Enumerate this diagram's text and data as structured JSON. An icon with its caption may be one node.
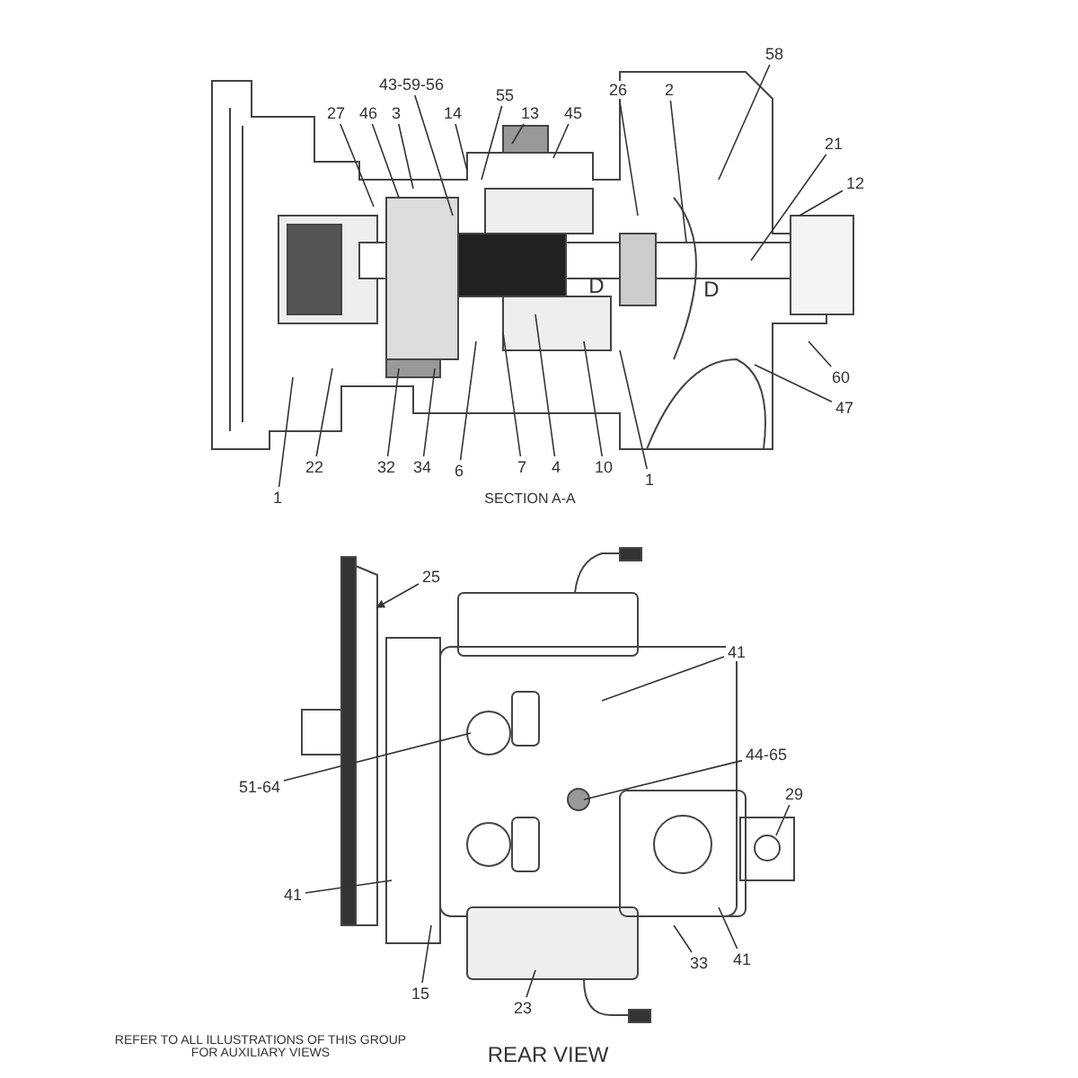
{
  "diagram": {
    "nodes": [
      {
        "text": [
          "43-59-56"
        ]
      },
      {
        "text": [
          "55"
        ]
      },
      {
        "text": [
          "14"
        ]
      },
      {
        "text": [
          "13"
        ]
      },
      {
        "text": [
          "45"
        ]
      },
      {
        "text": [
          "26"
        ]
      },
      {
        "text": [
          "2"
        ]
      },
      {
        "text": [
          "58"
        ]
      },
      {
        "text": [
          "27"
        ]
      },
      {
        "text": [
          "46"
        ]
      },
      {
        "text": [
          "3"
        ]
      },
      {
        "text": [
          "21"
        ]
      },
      {
        "text": [
          "12"
        ]
      },
      {
        "text": [
          "60"
        ]
      },
      {
        "text": [
          "47"
        ]
      },
      {
        "text": [
          "1"
        ]
      },
      {
        "text": [
          "22"
        ]
      },
      {
        "text": [
          "32"
        ]
      },
      {
        "text": [
          "34"
        ]
      },
      {
        "text": [
          "6"
        ]
      },
      {
        "text": [
          "7"
        ]
      },
      {
        "text": [
          "4"
        ]
      },
      {
        "text": [
          "10"
        ]
      },
      {
        "text": [
          "1"
        ]
      },
      {
        "text": [
          "25"
        ]
      },
      {
        "text": [
          "41"
        ]
      },
      {
        "text": [
          "51-64"
        ]
      },
      {
        "text": [
          "44-65"
        ]
      },
      {
        "text": [
          "29"
        ]
      },
      {
        "text": [
          "41"
        ]
      },
      {
        "text": [
          "41"
        ]
      },
      {
        "text": [
          "33"
        ]
      },
      {
        "text": [
          "15"
        ]
      },
      {
        "text": [
          "23"
        ]
      }
    ],
    "edges": [
      {
        "from": 0,
        "to": null,
        "arrow": "none"
      },
      {
        "from": 1,
        "to": null,
        "arrow": "none"
      },
      {
        "from": 2,
        "to": null,
        "arrow": "none"
      },
      {
        "from": 3,
        "to": null,
        "arrow": "none"
      },
      {
        "from": 4,
        "to": null,
        "arrow": "none"
      },
      {
        "from": 5,
        "to": null,
        "arrow": "none"
      },
      {
        "from": 6,
        "to": null,
        "arrow": "none"
      },
      {
        "from": 7,
        "to": null,
        "arrow": "none"
      },
      {
        "from": 8,
        "to": null,
        "arrow": "none"
      },
      {
        "from": 9,
        "to": null,
        "arrow": "none"
      },
      {
        "from": 10,
        "to": null,
        "arrow": "none"
      },
      {
        "from": 11,
        "to": null,
        "arrow": "none"
      },
      {
        "from": 12,
        "to": null,
        "arrow": "none"
      },
      {
        "from": 13,
        "to": null,
        "arrow": "none"
      },
      {
        "from": 14,
        "to": null,
        "arrow": "none"
      },
      {
        "from": 15,
        "to": null,
        "arrow": "none"
      },
      {
        "from": 16,
        "to": null,
        "arrow": "none"
      },
      {
        "from": 17,
        "to": null,
        "arrow": "none"
      },
      {
        "from": 18,
        "to": null,
        "arrow": "none"
      },
      {
        "from": 19,
        "to": null,
        "arrow": "none"
      },
      {
        "from": 20,
        "to": null,
        "arrow": "none"
      },
      {
        "from": 21,
        "to": null,
        "arrow": "none"
      },
      {
        "from": 22,
        "to": null,
        "arrow": "none"
      },
      {
        "from": 23,
        "to": null,
        "arrow": "none"
      },
      {
        "from": 24,
        "to": null,
        "arrow": "to"
      },
      {
        "from": 25,
        "to": null,
        "arrow": "none"
      },
      {
        "from": 26,
        "to": null,
        "arrow": "none"
      },
      {
        "from": 27,
        "to": null,
        "arrow": "none"
      },
      {
        "from": 28,
        "to": null,
        "arrow": "none"
      },
      {
        "from": 29,
        "to": null,
        "arrow": "none"
      },
      {
        "from": 30,
        "to": null,
        "arrow": "none"
      },
      {
        "from": 31,
        "to": null,
        "arrow": "none"
      },
      {
        "from": 32,
        "to": null,
        "arrow": "none"
      },
      {
        "from": 33,
        "to": null,
        "arrow": "none"
      }
    ],
    "labels": [
      "D",
      "D",
      "SECTION A-A",
      "REFER TO ALL ILLUSTRATIONS OF THIS GROUP FOR AUXILIARY VIEWS",
      "REAR VIEW"
    ]
  }
}
